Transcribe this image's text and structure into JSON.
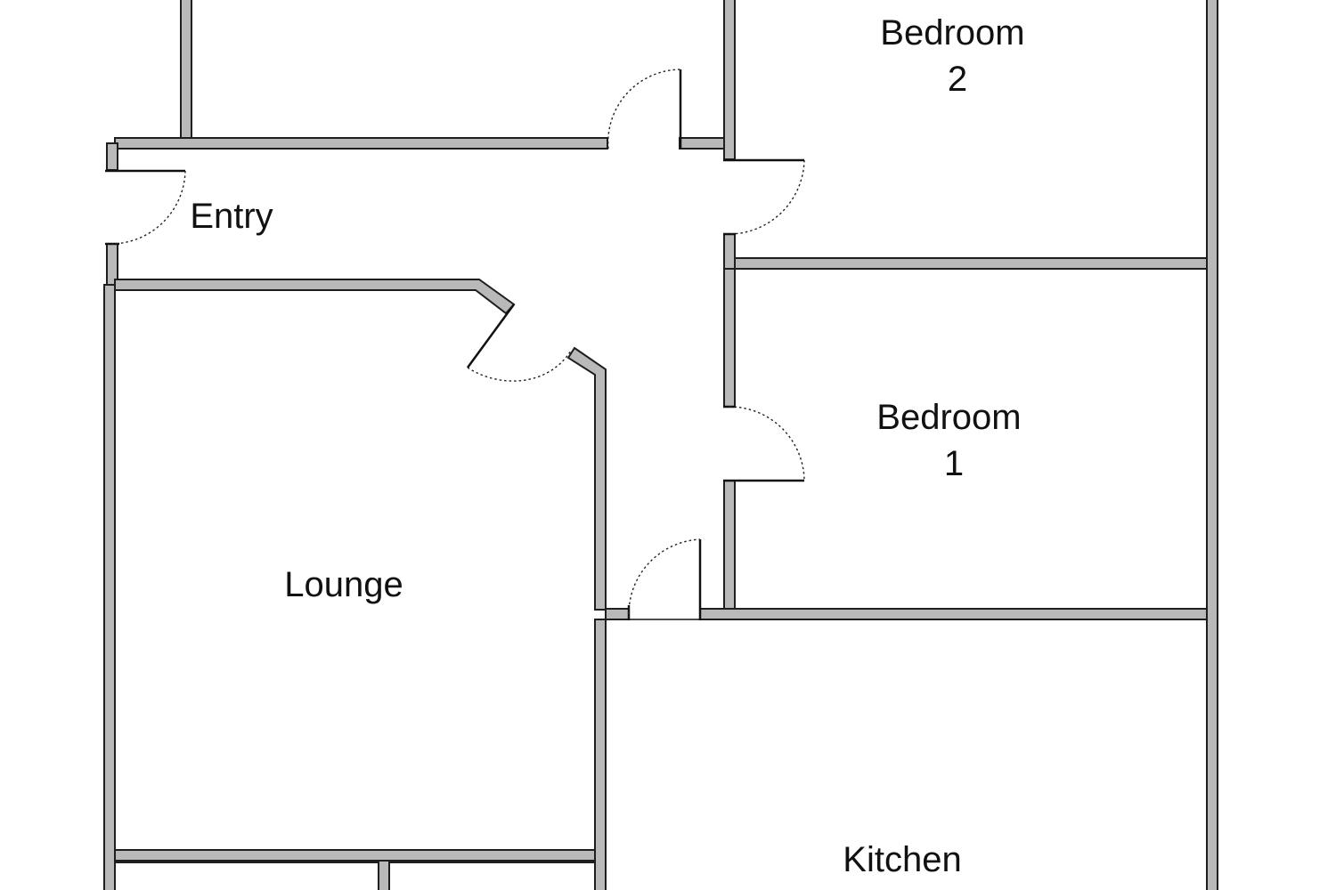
{
  "rooms": [
    {
      "id": "bedroom-2",
      "lines": [
        "Bedroom",
        "2"
      ]
    },
    {
      "id": "entry",
      "lines": [
        "Entry"
      ]
    },
    {
      "id": "bedroom-1",
      "lines": [
        "Bedroom",
        "1"
      ]
    },
    {
      "id": "lounge",
      "lines": [
        "Lounge"
      ]
    },
    {
      "id": "kitchen",
      "lines": [
        "Kitchen"
      ]
    }
  ],
  "style": {
    "wall_fill": "#b9b9b9",
    "wall_outline": "#1e1e1e",
    "label_color": "#111111",
    "background": "#ffffff"
  }
}
